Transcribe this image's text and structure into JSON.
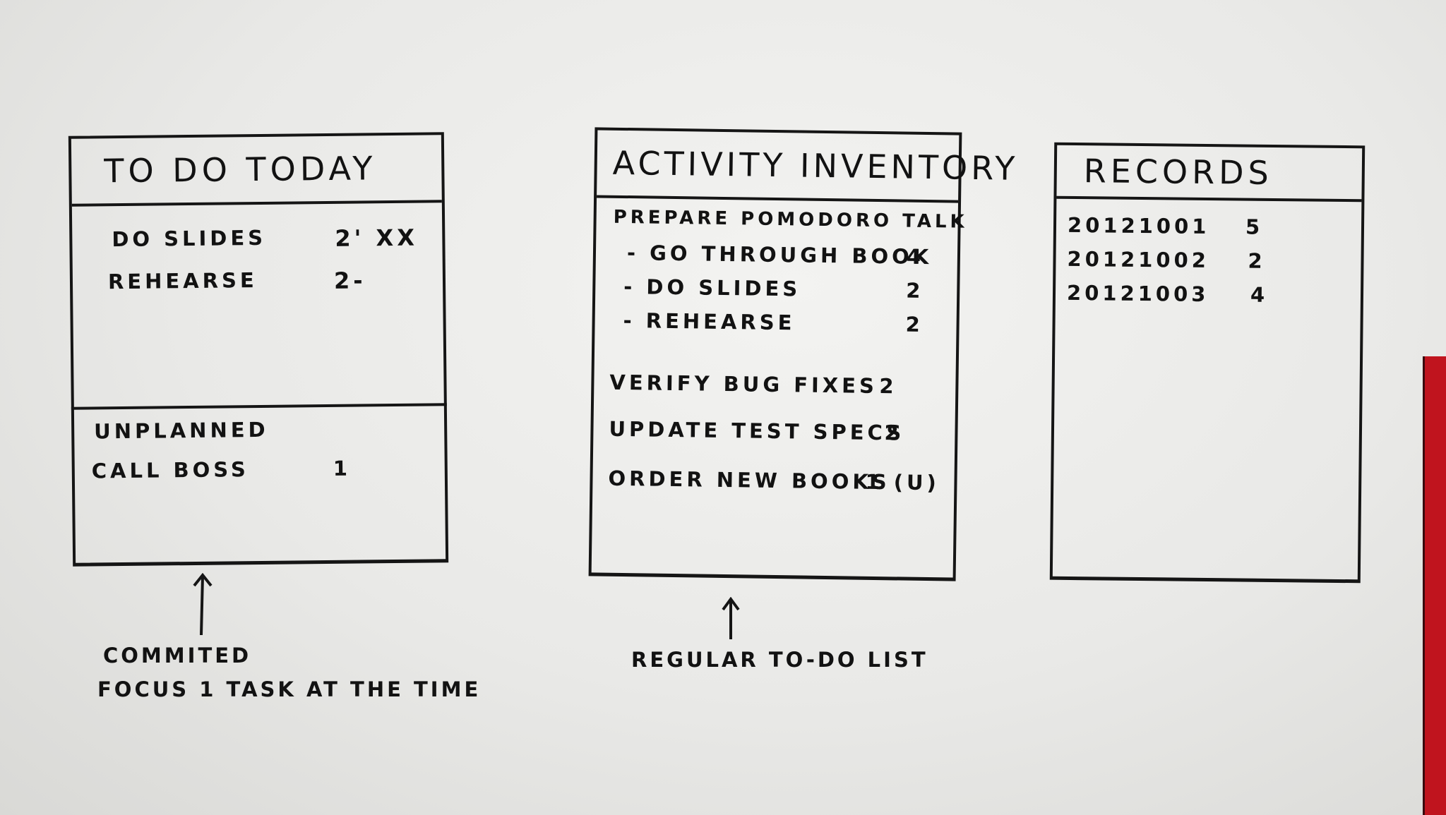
{
  "todo_today": {
    "title": "TO DO TODAY",
    "items": [
      {
        "label": "DO SLIDES",
        "value": "2' XX"
      },
      {
        "label": "REHEARSE",
        "value": "2-"
      }
    ],
    "unplanned": {
      "heading": "UNPLANNED",
      "items": [
        {
          "label": "CALL BOSS",
          "value": "1"
        }
      ]
    },
    "caption_line1": "COMMITED",
    "caption_line2": "FOCUS 1 TASK AT THE TIME"
  },
  "activity_inventory": {
    "title": "ACTIVITY INVENTORY",
    "group": {
      "label": "PREPARE POMODORO TALK",
      "subitems": [
        {
          "label": "- GO THROUGH BOOK",
          "value": "4"
        },
        {
          "label": "- DO SLIDES",
          "value": "2"
        },
        {
          "label": "- REHEARSE",
          "value": "2"
        }
      ]
    },
    "items": [
      {
        "label": "VERIFY BUG FIXES",
        "value": "2"
      },
      {
        "label": "UPDATE TEST SPECS",
        "value": "2"
      },
      {
        "label": "ORDER NEW BOOKS",
        "value": "1 (U)"
      }
    ],
    "caption": "REGULAR TO-DO LIST"
  },
  "records": {
    "title": "RECORDS",
    "rows": [
      {
        "date": "20121001",
        "count": "5"
      },
      {
        "date": "20121002",
        "count": "2"
      },
      {
        "date": "20121003",
        "count": "4"
      }
    ]
  }
}
